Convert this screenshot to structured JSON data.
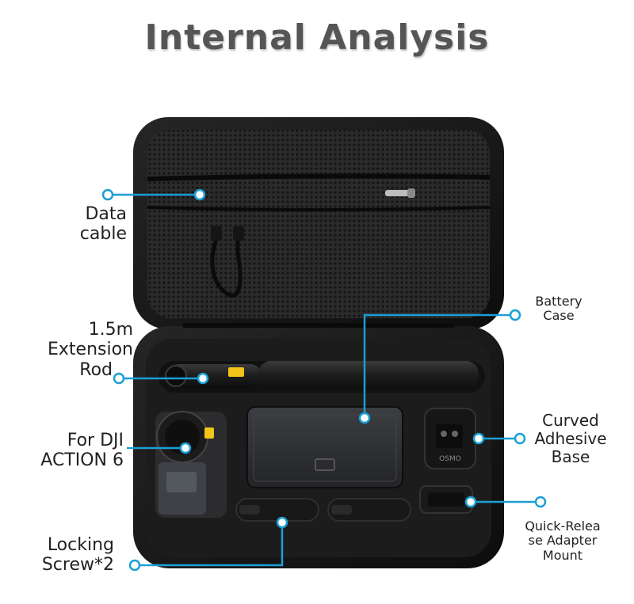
{
  "title": "Internal Analysis",
  "colors": {
    "callout": "#1a9fd6",
    "case_shell": "#161616",
    "mesh": "#2a2a2a",
    "title_text": "#555555"
  },
  "labels": {
    "data_cable": [
      "Data",
      "cable"
    ],
    "extension_rod": [
      "1.5m",
      "Extension",
      "Rod"
    ],
    "camera": [
      "For DJI",
      "ACTION 6"
    ],
    "locking_screw": [
      "Locking",
      "Screw*2"
    ],
    "battery_case": [
      "Battery",
      "Case"
    ],
    "adhesive_base": [
      "Curved",
      "Adhesive",
      "Base"
    ],
    "adapter_mount": [
      "Quick-Relea",
      "se Adapter",
      "Mount"
    ]
  },
  "product_text": {
    "mount_brand": "OSMO"
  }
}
